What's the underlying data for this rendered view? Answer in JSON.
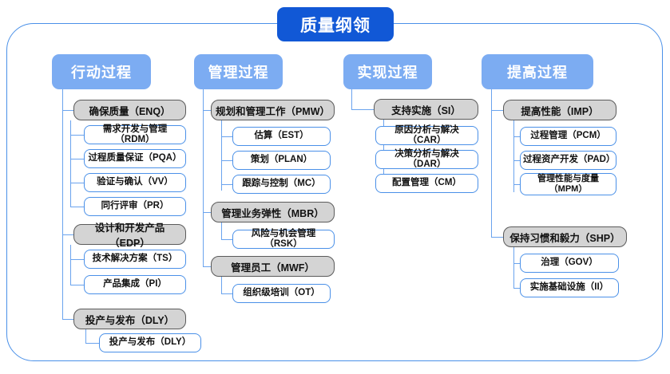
{
  "diagram": {
    "title": "质量纲领",
    "type": "org-tree",
    "colors": {
      "root_fill": "#1158d6",
      "category_fill": "#7cacf2",
      "group_fill": "#d4d4d4",
      "group_border": "#5a5a5a",
      "leaf_border": "#4a90e8",
      "frame_border": "#4a90e8",
      "connector": "#6aa3ee"
    },
    "categories": [
      {
        "label": "行动过程",
        "groups": [
          {
            "label": "确保质量（ENQ）",
            "children": [
              "需求开发与管理（RDM）",
              "过程质量保证（PQA）",
              "验证与确认（VV）",
              "同行评审（PR）"
            ]
          },
          {
            "label": "设计和开发产品（EDP）",
            "children": [
              "技术解决方案（TS）",
              "产品集成（PI）"
            ]
          },
          {
            "label": "投产与发布（DLY）",
            "children": [
              "投产与发布（DLY）"
            ]
          }
        ]
      },
      {
        "label": "管理过程",
        "groups": [
          {
            "label": "规划和管理工作（PMW）",
            "children": [
              "估算（EST）",
              "策划（PLAN）",
              "跟踪与控制（MC）"
            ]
          },
          {
            "label": "管理业务弹性（MBR）",
            "children": [
              "风险与机会管理（RSK）"
            ]
          },
          {
            "label": "管理员工（MWF）",
            "children": [
              "组织级培训（OT）"
            ]
          }
        ]
      },
      {
        "label": "实现过程",
        "groups": [
          {
            "label": "支持实施（SI）",
            "children": [
              "原因分析与解决（CAR）",
              "决策分析与解决（DAR）",
              "配置管理（CM）"
            ]
          }
        ]
      },
      {
        "label": "提高过程",
        "groups": [
          {
            "label": "提高性能（IMP）",
            "children": [
              "过程管理（PCM）",
              "过程资产开发（PAD）",
              "管理性能与度量（MPM）"
            ]
          },
          {
            "label": "保持习惯和毅力（SHP）",
            "children": [
              "治理（GOV）",
              "实施基础设施（II）"
            ]
          }
        ]
      }
    ]
  }
}
